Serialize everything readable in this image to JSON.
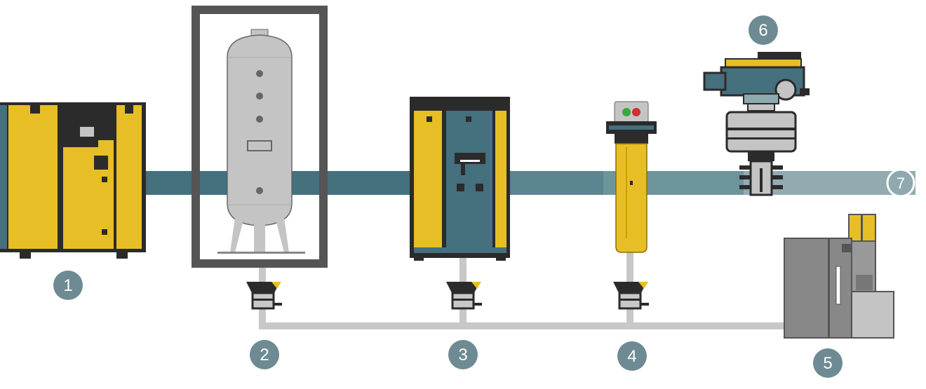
{
  "colors": {
    "yellow": "#e8be26",
    "dark": "#2b2b2b",
    "teal": "#45707e",
    "teal_light": "#8fa9ae",
    "gray_tank": "#c4c4c4",
    "gray_pipe": "#c8c8c8",
    "frame": "#555555",
    "badge": "#6e8a93",
    "led_green": "#3aa83a",
    "led_red": "#d03030"
  },
  "badges": [
    {
      "id": "compressor",
      "label": "1"
    },
    {
      "id": "receiver",
      "label": "2"
    },
    {
      "id": "dryer",
      "label": "3"
    },
    {
      "id": "filter",
      "label": "4"
    },
    {
      "id": "drain-treatment",
      "label": "5"
    },
    {
      "id": "consumer",
      "label": "6"
    },
    {
      "id": "outlet",
      "label": "7"
    }
  ]
}
